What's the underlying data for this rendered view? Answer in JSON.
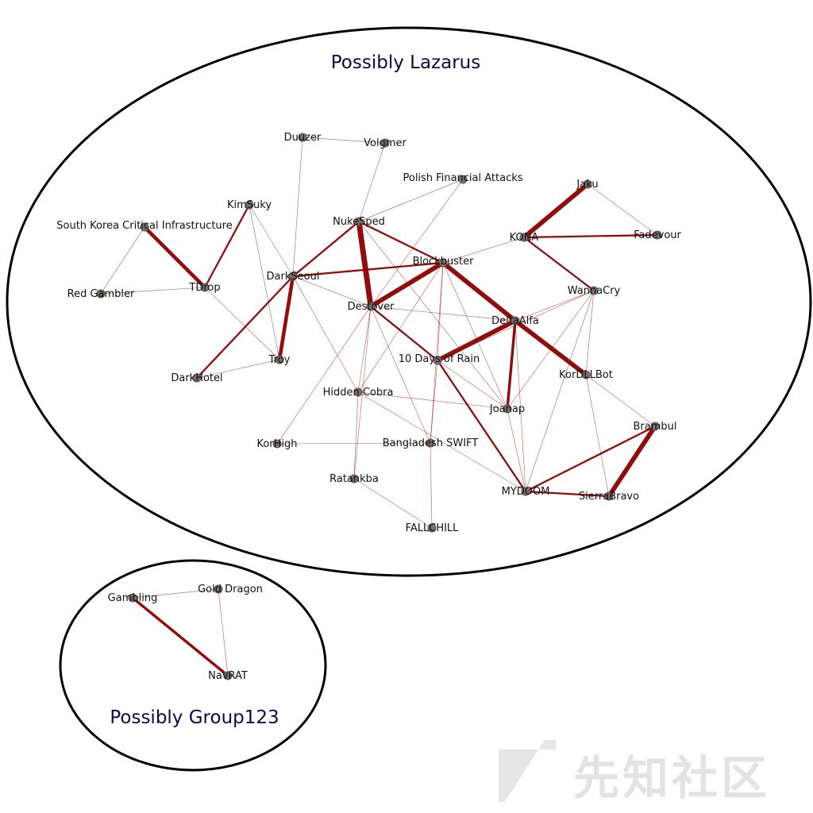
{
  "groups": [
    {
      "id": "lazarus",
      "title": "Possibly Lazarus"
    },
    {
      "id": "group123",
      "title": "Possibly Group123"
    }
  ],
  "nodes": [
    {
      "id": "duuzer",
      "label": "Duuzer"
    },
    {
      "id": "volgmer",
      "label": "Volgmer"
    },
    {
      "id": "polish",
      "label": "Polish Financial Attacks"
    },
    {
      "id": "jaku",
      "label": "Jaku"
    },
    {
      "id": "kimsuky",
      "label": "KimSuky"
    },
    {
      "id": "nukesped",
      "label": "NukeSped"
    },
    {
      "id": "skci",
      "label": "South Korea Critical Infrastructure"
    },
    {
      "id": "kona",
      "label": "KONA"
    },
    {
      "id": "fadevour",
      "label": "Fadevour"
    },
    {
      "id": "blockbuster",
      "label": "Blockbuster"
    },
    {
      "id": "darkseoul",
      "label": "DarkSeoul"
    },
    {
      "id": "tdrop",
      "label": "TDrop"
    },
    {
      "id": "redgambler",
      "label": "Red Gambler"
    },
    {
      "id": "destover",
      "label": "Destover"
    },
    {
      "id": "wannacry",
      "label": "WannaCry"
    },
    {
      "id": "deltaalfa",
      "label": "DeltaAlfa"
    },
    {
      "id": "troy",
      "label": "Troy"
    },
    {
      "id": "tendays",
      "label": "10 Days of Rain"
    },
    {
      "id": "darkhotel",
      "label": "DarkHotel"
    },
    {
      "id": "korddlbot",
      "label": "KorDLLBot"
    },
    {
      "id": "hiddencobra",
      "label": "Hidden Cobra"
    },
    {
      "id": "joanap",
      "label": "Joanap"
    },
    {
      "id": "brambul",
      "label": "Brambul"
    },
    {
      "id": "korhigh",
      "label": "KorHigh"
    },
    {
      "id": "bdswift",
      "label": "Bangladesh SWIFT"
    },
    {
      "id": "ratankba",
      "label": "Ratankba"
    },
    {
      "id": "mydoom",
      "label": "MYDOOM"
    },
    {
      "id": "sierrabravo",
      "label": "SierraBravo"
    },
    {
      "id": "fallchill",
      "label": "FALLCHILL"
    },
    {
      "id": "gambling",
      "label": "Gambling"
    },
    {
      "id": "golddragon",
      "label": "Gold Dragon"
    },
    {
      "id": "navrat",
      "label": "NavRAT"
    }
  ],
  "edges": [
    {
      "source": "duuzer",
      "target": "volgmer",
      "weight": 1
    },
    {
      "source": "duuzer",
      "target": "darkseoul",
      "weight": 1
    },
    {
      "source": "volgmer",
      "target": "nukesped",
      "weight": 1
    },
    {
      "source": "polish",
      "target": "nukesped",
      "weight": 1
    },
    {
      "source": "polish",
      "target": "destover",
      "weight": 1
    },
    {
      "source": "jaku",
      "target": "kona",
      "weight": 5
    },
    {
      "source": "jaku",
      "target": "fadevour",
      "weight": 1
    },
    {
      "source": "kona",
      "target": "fadevour",
      "weight": 2
    },
    {
      "source": "kona",
      "target": "wannacry",
      "weight": 2
    },
    {
      "source": "kimsuky",
      "target": "tdrop",
      "weight": 2
    },
    {
      "source": "kimsuky",
      "target": "troy",
      "weight": 1
    },
    {
      "source": "kimsuky",
      "target": "darkseoul",
      "weight": 1
    },
    {
      "source": "skci",
      "target": "tdrop",
      "weight": 4
    },
    {
      "source": "skci",
      "target": "redgambler",
      "weight": 1
    },
    {
      "source": "redgambler",
      "target": "tdrop",
      "weight": 1
    },
    {
      "source": "tdrop",
      "target": "troy",
      "weight": 1
    },
    {
      "source": "nukesped",
      "target": "destover",
      "weight": 6
    },
    {
      "source": "nukesped",
      "target": "darkseoul",
      "weight": 2
    },
    {
      "source": "nukesped",
      "target": "blockbuster",
      "weight": 2
    },
    {
      "source": "nukesped",
      "target": "joanap",
      "weight": 1
    },
    {
      "source": "darkseoul",
      "target": "blockbuster",
      "weight": 2
    },
    {
      "source": "darkseoul",
      "target": "troy",
      "weight": 4
    },
    {
      "source": "darkseoul",
      "target": "darkhotel",
      "weight": 2
    },
    {
      "source": "darkseoul",
      "target": "hiddencobra",
      "weight": 1
    },
    {
      "source": "darkseoul",
      "target": "destover",
      "weight": 1
    },
    {
      "source": "darkhotel",
      "target": "troy",
      "weight": 1
    },
    {
      "source": "blockbuster",
      "target": "destover",
      "weight": 5
    },
    {
      "source": "blockbuster",
      "target": "deltaalfa",
      "weight": 5
    },
    {
      "source": "blockbuster",
      "target": "tendays",
      "weight": 1
    },
    {
      "source": "blockbuster",
      "target": "hiddencobra",
      "weight": 1
    },
    {
      "source": "blockbuster",
      "target": "joanap",
      "weight": 1
    },
    {
      "source": "blockbuster",
      "target": "bdswift",
      "weight": 1
    },
    {
      "source": "blockbuster",
      "target": "kona",
      "weight": 1
    },
    {
      "source": "destover",
      "target": "tendays",
      "weight": 2
    },
    {
      "source": "destover",
      "target": "hiddencobra",
      "weight": 1
    },
    {
      "source": "destover",
      "target": "korhigh",
      "weight": 1
    },
    {
      "source": "destover",
      "target": "ratankba",
      "weight": 1
    },
    {
      "source": "destover",
      "target": "bdswift",
      "weight": 1
    },
    {
      "source": "destover",
      "target": "deltaalfa",
      "weight": 1
    },
    {
      "source": "deltaalfa",
      "target": "tendays",
      "weight": 5
    },
    {
      "source": "deltaalfa",
      "target": "joanap",
      "weight": 3
    },
    {
      "source": "deltaalfa",
      "target": "korddlbot",
      "weight": 5
    },
    {
      "source": "deltaalfa",
      "target": "mydoom",
      "weight": 1
    },
    {
      "source": "deltaalfa",
      "target": "wannacry",
      "weight": 1
    },
    {
      "source": "wannacry",
      "target": "tendays",
      "weight": 1
    },
    {
      "source": "wannacry",
      "target": "joanap",
      "weight": 1
    },
    {
      "source": "wannacry",
      "target": "mydoom",
      "weight": 1
    },
    {
      "source": "wannacry",
      "target": "korddlbot",
      "weight": 1
    },
    {
      "source": "tendays",
      "target": "joanap",
      "weight": 1
    },
    {
      "source": "tendays",
      "target": "mydoom",
      "weight": 2
    },
    {
      "source": "tendays",
      "target": "bdswift",
      "weight": 1
    },
    {
      "source": "korddlbot",
      "target": "sierrabravo",
      "weight": 1
    },
    {
      "source": "korddlbot",
      "target": "brambul",
      "weight": 1
    },
    {
      "source": "hiddencobra",
      "target": "joanap",
      "weight": 1
    },
    {
      "source": "hiddencobra",
      "target": "mydoom",
      "weight": 1
    },
    {
      "source": "hiddencobra",
      "target": "ratankba",
      "weight": 1
    },
    {
      "source": "joanap",
      "target": "mydoom",
      "weight": 1
    },
    {
      "source": "brambul",
      "target": "sierrabravo",
      "weight": 5
    },
    {
      "source": "brambul",
      "target": "mydoom",
      "weight": 2
    },
    {
      "source": "mydoom",
      "target": "sierrabravo",
      "weight": 2
    },
    {
      "source": "korhigh",
      "target": "bdswift",
      "weight": 1
    },
    {
      "source": "bdswift",
      "target": "fallchill",
      "weight": 1
    },
    {
      "source": "ratankba",
      "target": "fallchill",
      "weight": 1
    },
    {
      "source": "gambling",
      "target": "golddragon",
      "weight": 1
    },
    {
      "source": "gambling",
      "target": "navrat",
      "weight": 3
    },
    {
      "source": "golddragon",
      "target": "navrat",
      "weight": 1
    }
  ],
  "colors": {
    "edge": "#8b0000",
    "node_fill": "#7a716c",
    "node_stroke": "#5a524e",
    "group_outline": "#000000",
    "group_title": "#0a0a4a",
    "watermark": "#e3e3e3"
  },
  "watermark": {
    "text": "先知社区",
    "icon": "slash-logo-icon"
  }
}
